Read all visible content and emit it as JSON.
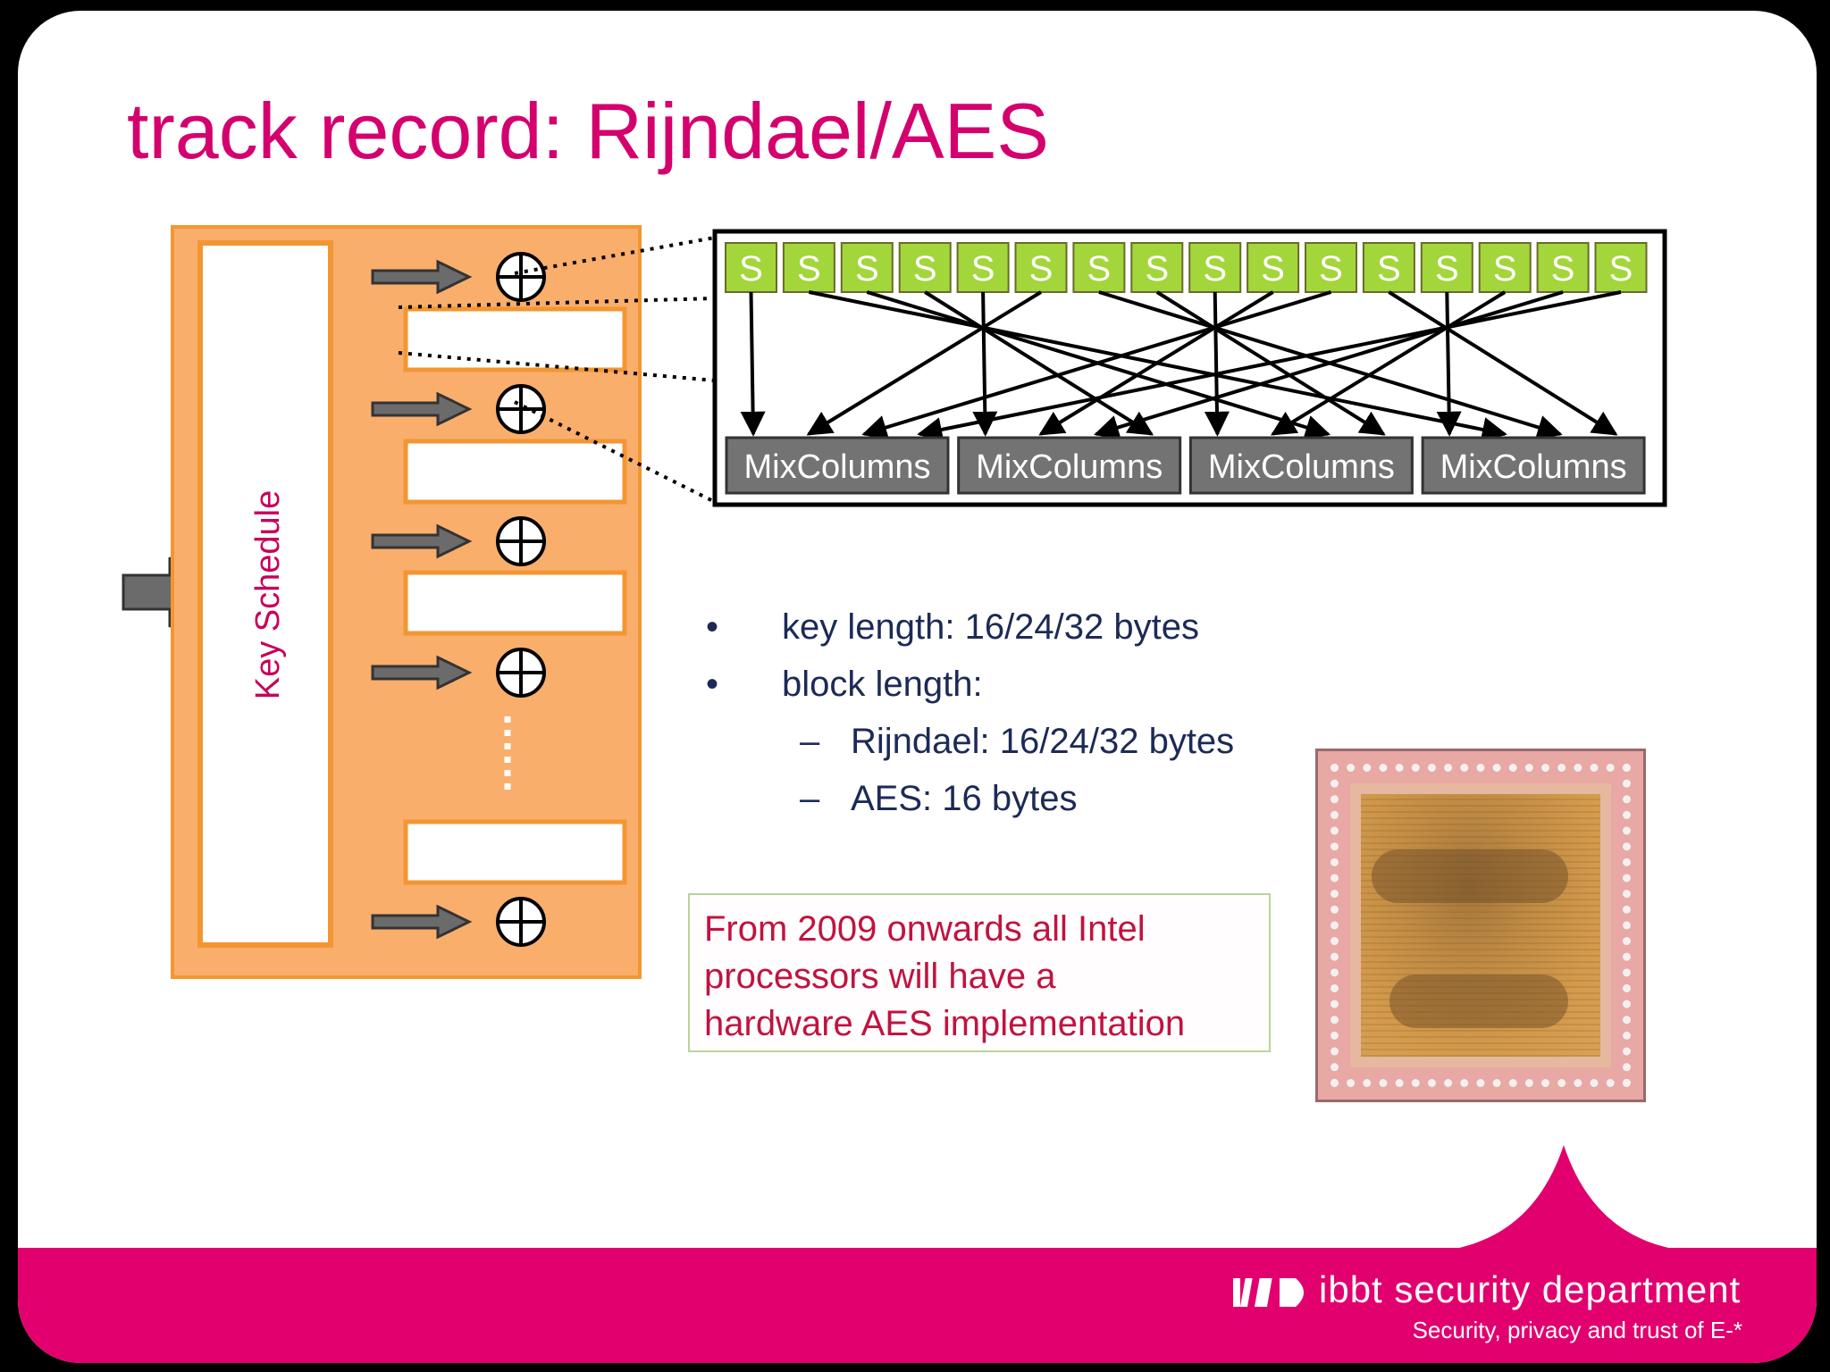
{
  "slide": {
    "title": "track record: Rijndael/AES"
  },
  "diagram": {
    "key_schedule_label": "Key Schedule",
    "sbox_label": "S",
    "sbox_count": 16,
    "mixcolumns_label": "MixColumns",
    "mixcolumns_count": 4,
    "colors": {
      "round_panel": "#f9ae6c",
      "round_border": "#f39632",
      "sbox_fill": "#a3d63a",
      "mixcolumns_fill": "#737373",
      "key_schedule_text": "#c8005a"
    }
  },
  "bullets": [
    {
      "mark": "•",
      "text": "key length: 16/24/32 bytes",
      "level": 1
    },
    {
      "mark": "•",
      "text": "block length:",
      "level": 1
    },
    {
      "mark": "–",
      "text": "Rijndael: 16/24/32 bytes",
      "level": 2
    },
    {
      "mark": "–",
      "text": "AES: 16 bytes",
      "level": 2
    }
  ],
  "callout": {
    "lines": [
      "From 2009 onwards all Intel",
      "processors will have a",
      "hardware AES implementation"
    ]
  },
  "footer": {
    "brand": "ibbt security department",
    "tagline": "Security, privacy and trust of E-*",
    "color": "#e2006e"
  }
}
